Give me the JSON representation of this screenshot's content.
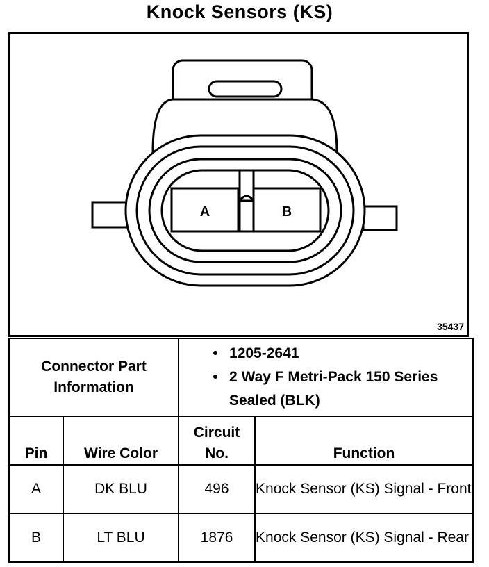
{
  "title": "Knock Sensors (KS)",
  "figure": {
    "number": "35437",
    "pin_labels": [
      "A",
      "B"
    ]
  },
  "connector_info": {
    "label": "Connector Part Information",
    "bullets": [
      "1205-2641",
      "2 Way F Metri-Pack 150 Series Sealed (BLK)"
    ]
  },
  "pin_table": {
    "headers": {
      "pin": "Pin",
      "wire_color": "Wire Color",
      "circuit": "Circuit No.",
      "function": "Function"
    },
    "rows": [
      {
        "pin": "A",
        "wire_color": "DK BLU",
        "circuit": "496",
        "function": "Knock Sensor (KS) Signal - Front"
      },
      {
        "pin": "B",
        "wire_color": "LT BLU",
        "circuit": "1876",
        "function": "Knock Sensor (KS) Signal - Rear"
      }
    ]
  }
}
